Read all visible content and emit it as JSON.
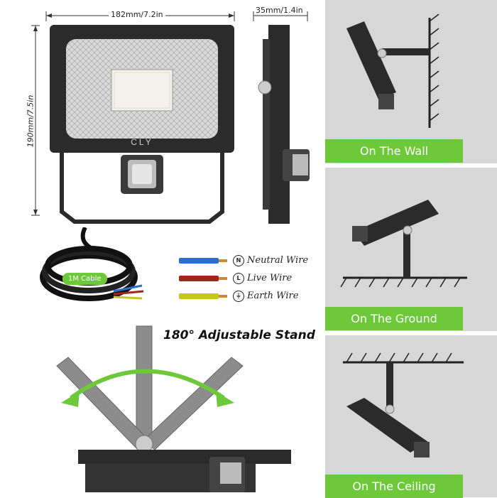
{
  "dimensions": {
    "width_label": "182mm/7.2in",
    "depth_label": "35mm/1.4in",
    "height_label": "190mm/7.5in"
  },
  "brand": "CLY",
  "cable_label": "1M Cable",
  "wires": [
    {
      "symbol": "N",
      "label": "Neutral Wire",
      "color": "#2a6fc9"
    },
    {
      "symbol": "L",
      "label": "Live Wire",
      "color": "#a3261c"
    },
    {
      "symbol": "⏚",
      "label": "Earth Wire",
      "color": "#c9c41e"
    }
  ],
  "stand_title": "180° Adjustable Stand",
  "mounting": [
    {
      "label": "On The Wall"
    },
    {
      "label": "On The Ground"
    },
    {
      "label": "On The Ceiling"
    }
  ],
  "colors": {
    "accent_green": "#6dc93a",
    "panel_gray": "#d7d7d7",
    "body_black": "#2b2b2b"
  }
}
